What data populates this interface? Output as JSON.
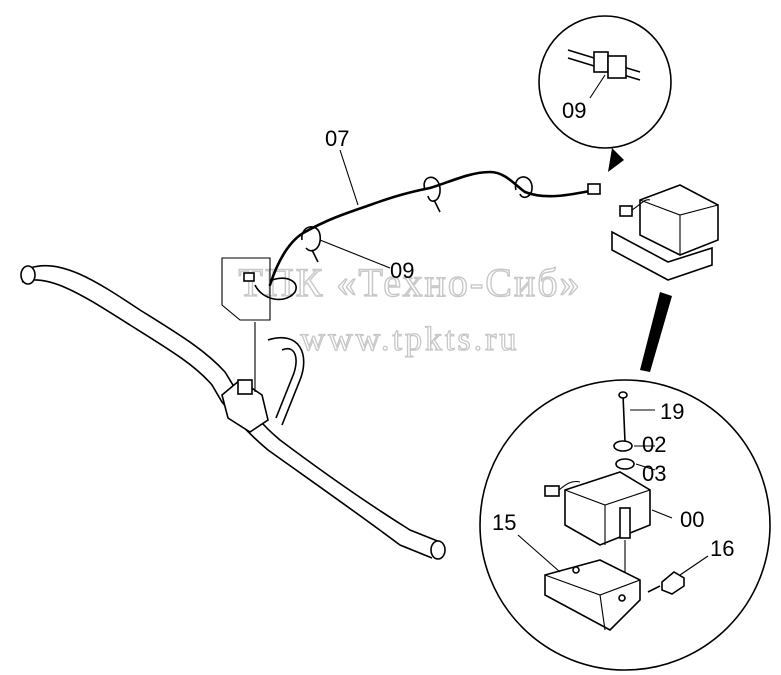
{
  "labels": {
    "wire_harness": "07",
    "clip_main": "09",
    "clip_detail": "09",
    "bolt": "19",
    "washer_1": "02",
    "washer_2": "03",
    "unit": "00",
    "bracket": "15",
    "screw": "16"
  },
  "watermark": {
    "line1": "ТПК «Техно-Сиб»",
    "line2": "www.tpkts.ru"
  }
}
